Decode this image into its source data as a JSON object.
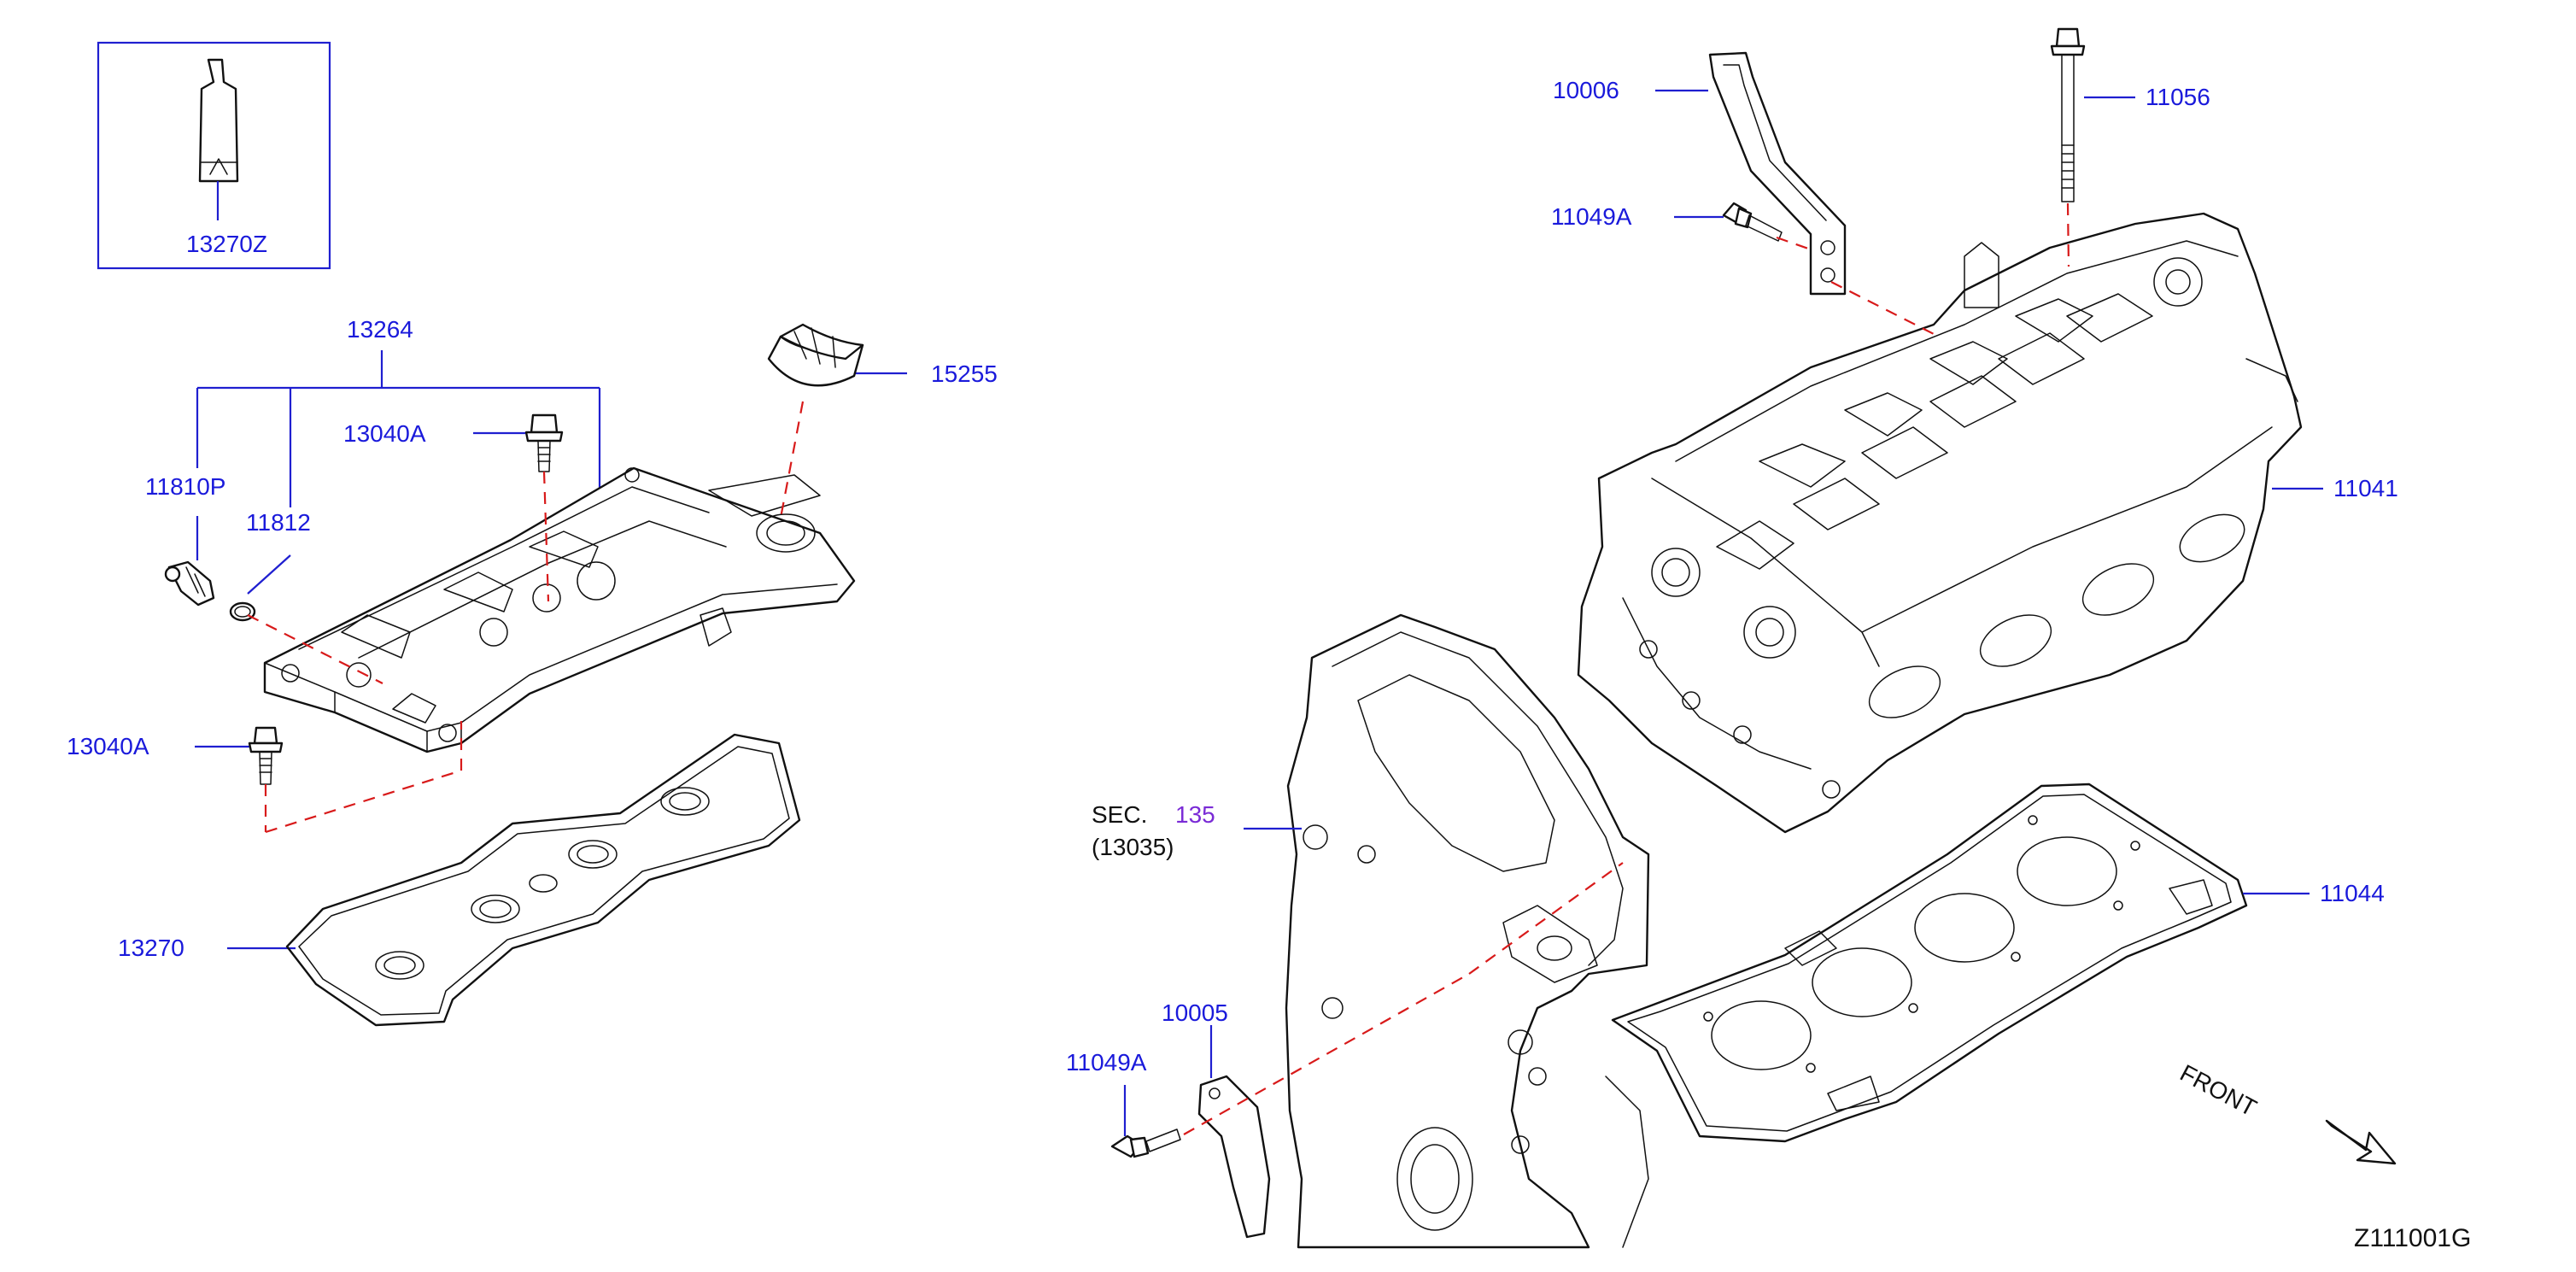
{
  "labels": {
    "p13270Z": "13270Z",
    "p13264": "13264",
    "p13040A_top": "13040A",
    "p11810P": "11810P",
    "p11812": "11812",
    "p15255": "15255",
    "p13040A_bottom": "13040A",
    "p13270": "13270",
    "p10006": "10006",
    "p11056": "11056",
    "p11049A_top": "11049A",
    "p11041": "11041",
    "p11044": "11044",
    "p10005": "10005",
    "p11049A_bottom": "11049A"
  },
  "section_ref": {
    "prefix": "SEC.",
    "number": "135",
    "code": "(13035)"
  },
  "direction_label": "FRONT",
  "diagram_id": "Z111001G",
  "colors": {
    "callout": "#1a1adb",
    "leader": "#1f1fd0",
    "hidden_line": "#d81a1a",
    "section_number": "#7a2bd6",
    "ink": "#111111"
  }
}
